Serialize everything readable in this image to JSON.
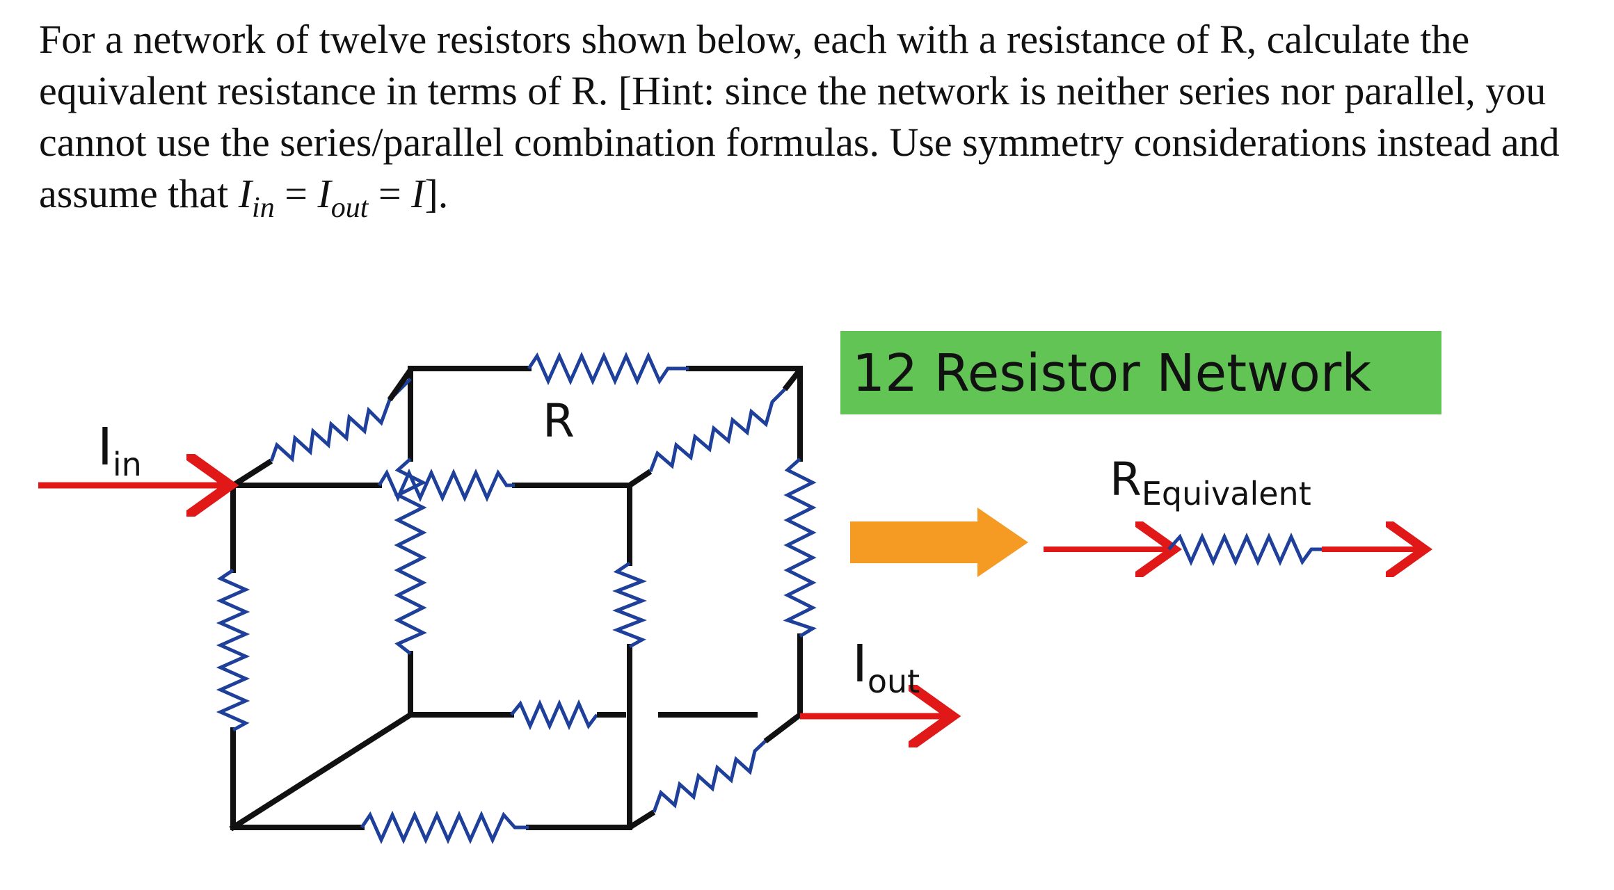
{
  "problem": {
    "line1": "For a network of twelve resistors shown below, each with a resistance of R, calculate the",
    "line2": "equivalent resistance in terms of R. [Hint: since the network is neither series nor parallel, you",
    "line3": "cannot use the series/parallel combination formulas. Use symmetry considerations instead and",
    "line4_prefix": "assume that ",
    "I_symbol": "I",
    "in_sub": "in",
    "out_sub": "out",
    "eq1": " = ",
    "eq2": " = ",
    "line4_suffix": "]."
  },
  "diagram": {
    "resistor_label": "R",
    "input_I": "I",
    "input_sub": "in",
    "output_I": "I",
    "output_sub": "out",
    "banner_title": "12 Resistor Network",
    "equiv_R": "R",
    "equiv_sub": "Equivalent",
    "colors": {
      "wire": "#111111",
      "resistor": "#1e3f9a",
      "current_arrow": "#e01818",
      "banner_bg": "#62c455",
      "big_arrow": "#f59a23"
    }
  }
}
